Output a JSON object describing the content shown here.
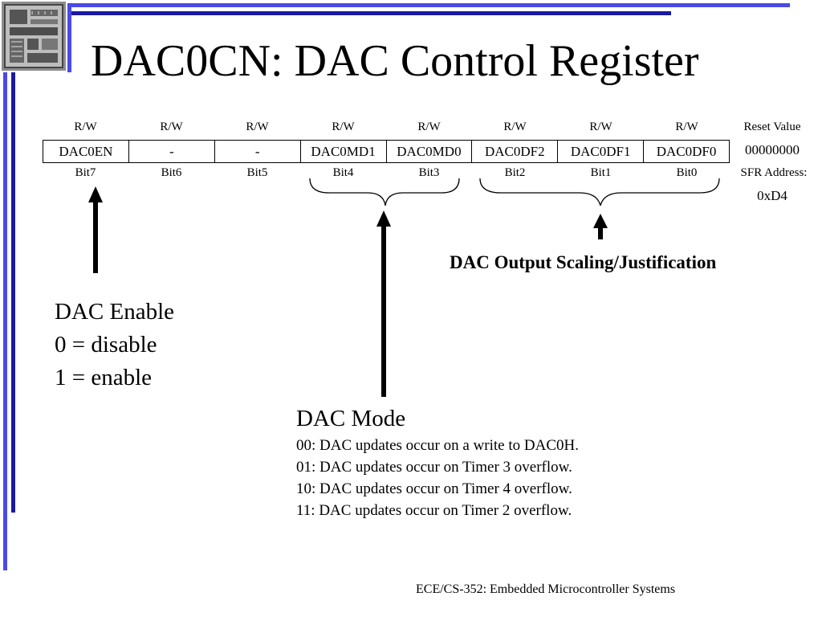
{
  "slide": {
    "title": "DAC0CN: DAC Control Register",
    "footer": "ECE/CS-352: Embedded Microcontroller Systems"
  },
  "register": {
    "access": [
      "R/W",
      "R/W",
      "R/W",
      "R/W",
      "R/W",
      "R/W",
      "R/W",
      "R/W"
    ],
    "bits": [
      "DAC0EN",
      "-",
      "-",
      "DAC0MD1",
      "DAC0MD0",
      "DAC0DF2",
      "DAC0DF1",
      "DAC0DF0"
    ],
    "bit_numbers": [
      "Bit7",
      "Bit6",
      "Bit5",
      "Bit4",
      "Bit3",
      "Bit2",
      "Bit1",
      "Bit0"
    ],
    "reset_label": "Reset Value",
    "reset_value": "00000000",
    "sfr_label": "SFR Address:",
    "sfr_value": "0xD4"
  },
  "annotations": {
    "scaling_label": "DAC Output Scaling/Justification",
    "enable": {
      "heading": "DAC Enable",
      "lines": [
        "0 = disable",
        "1 = enable"
      ]
    },
    "mode": {
      "heading": "DAC Mode",
      "lines": [
        "00: DAC updates occur on a write to DAC0H.",
        "01: DAC updates occur on Timer 3 overflow.",
        "10: DAC updates occur on Timer 4 overflow.",
        "11: DAC updates occur on Timer 2 overflow."
      ]
    }
  },
  "colors": {
    "frame_blue": "#3333cc",
    "frame_dark": "#1a1a99"
  }
}
